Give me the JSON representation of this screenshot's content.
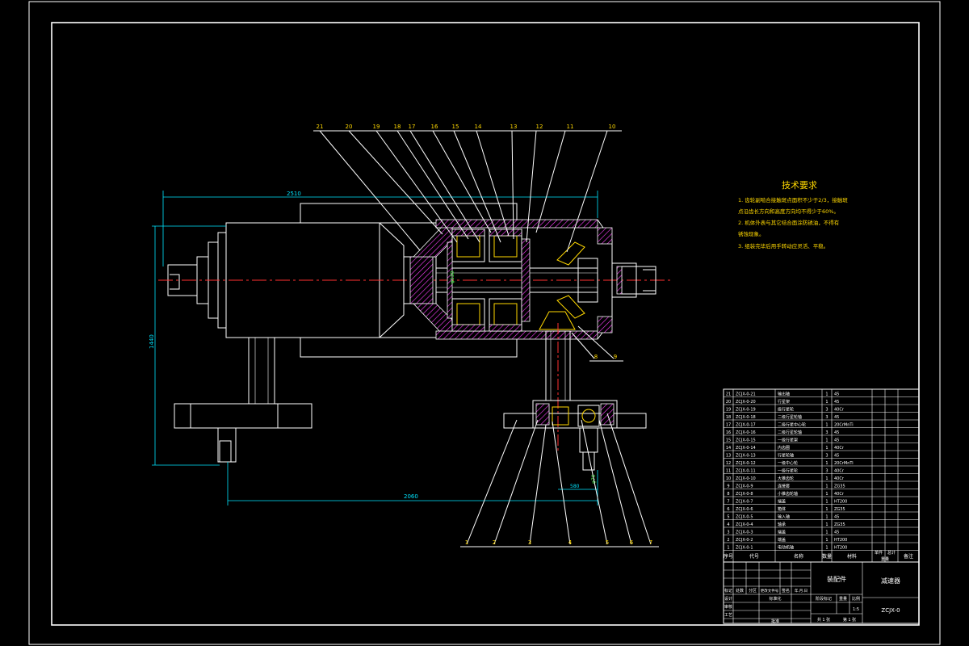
{
  "technical_requirements": {
    "title": "技术要求",
    "items": [
      "1. 齿轮副啮合接触斑点面积不少于2/3，接触斑",
      "点沿齿长方向和高度方向均不得少于60%。",
      "2. 机体外表与其它结合面涂防锈油，不得有",
      "锈蚀现象。",
      "3. 组装完毕后用手转动应灵活、平稳。"
    ]
  },
  "balloons": {
    "top": [
      "21",
      "20",
      "19",
      "18",
      "17",
      "16",
      "15",
      "14",
      "13",
      "12",
      "11",
      "10"
    ],
    "bottom": [
      "1",
      "2",
      "3",
      "4",
      "5",
      "6",
      "7"
    ],
    "right": [
      "8",
      "9"
    ]
  },
  "dimensions": {
    "overall_width": "2510",
    "overall_height": "1440",
    "base_span": "2060",
    "output_offset": "580",
    "shaft_1": "φ70",
    "shaft_2": "φ130"
  },
  "parts_list": {
    "rows": [
      [
        "21",
        "ZCJX-0-21",
        "输出轴",
        "1",
        "45",
        ""
      ],
      [
        "20",
        "ZCJX-0-20",
        "行星架",
        "1",
        "45",
        ""
      ],
      [
        "19",
        "ZCJX-0-19",
        "级行星轮",
        "3",
        "40Cr",
        ""
      ],
      [
        "18",
        "ZCJX-0-18",
        "二级行星轮轴",
        "3",
        "45",
        ""
      ],
      [
        "17",
        "ZCJX-0-17",
        "二级行星中心轮",
        "1",
        "20CrMnTi",
        ""
      ],
      [
        "16",
        "ZCJX-0-16",
        "二级行星轮轴",
        "3",
        "45",
        ""
      ],
      [
        "15",
        "ZCJX-0-15",
        "一级行星架",
        "1",
        "45",
        ""
      ],
      [
        "14",
        "ZCJX-0-14",
        "内齿圈",
        "1",
        "40Cr",
        ""
      ],
      [
        "13",
        "ZCJX-0-13",
        "行星轮轴",
        "3",
        "45",
        ""
      ],
      [
        "12",
        "ZCJX-0-12",
        "一级中心轮",
        "1",
        "20CrMnTi",
        ""
      ],
      [
        "11",
        "ZCJX-0-11",
        "一级行星轮",
        "3",
        "40Cr",
        ""
      ],
      [
        "10",
        "ZCJX-0-10",
        "大锥齿轮",
        "1",
        "40Cr",
        ""
      ],
      [
        "9",
        "ZCJX-0-9",
        "连接套",
        "1",
        "ZG35",
        ""
      ],
      [
        "8",
        "ZCJX-0-8",
        "小锥齿轮轴",
        "1",
        "40Cr",
        ""
      ],
      [
        "7",
        "ZCJX-0-7",
        "端盖",
        "1",
        "HT200",
        ""
      ],
      [
        "6",
        "ZCJX-0-6",
        "箱体",
        "1",
        "ZG35",
        ""
      ],
      [
        "5",
        "ZCJX-0-5",
        "输入轴",
        "1",
        "45",
        ""
      ],
      [
        "4",
        "ZCJX-0-4",
        "轴承",
        "1",
        "ZG35",
        ""
      ],
      [
        "3",
        "ZCJX-0-3",
        "端盖",
        "1",
        "45",
        ""
      ],
      [
        "2",
        "ZCJX-0-2",
        "端盖",
        "1",
        "HT200",
        ""
      ],
      [
        "1",
        "ZCJX-0-1",
        "电动机轴",
        "1",
        "HT200",
        ""
      ]
    ],
    "header": {
      "no": "序号",
      "code": "代号",
      "name": "名称",
      "qty": "数量",
      "material": "材料",
      "unit": "单件",
      "total": "总计",
      "weight": "重量",
      "remark": "备注"
    }
  },
  "title_block": {
    "assembly_name": "装配件",
    "drawing_title": "减速器",
    "drawing_number": "ZCJX-0",
    "stage_mark": "阶段标记",
    "weight_label": "重量",
    "scale_label": "比例",
    "scale_value": "1:5",
    "sheet_total": "共 1 张",
    "sheet_no": "第 1 张",
    "labels": {
      "mark": "标记",
      "count": "处数",
      "zone": "分区",
      "change_doc": "更改文件号",
      "signature": "签名",
      "date": "年.月.日",
      "design": "设计",
      "standardize": "标准化",
      "review": "审核",
      "process": "工艺",
      "approve": "批准"
    }
  }
}
